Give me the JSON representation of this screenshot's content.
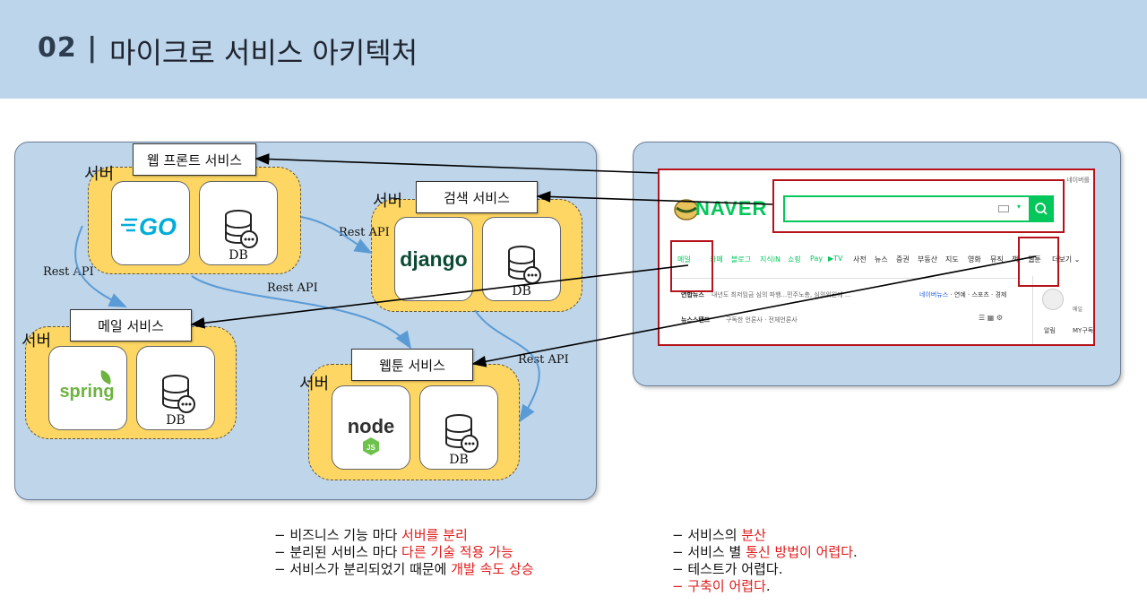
{
  "header": {
    "section_number": "02 |",
    "title": "마이크로 서비스 아키텍처"
  },
  "services": {
    "front": {
      "label": "웹 프론트 서비스",
      "server": "서버",
      "logo_text": "GO",
      "db": "DB"
    },
    "search": {
      "label": "검색 서비스",
      "server": "서버",
      "logo_text": "django",
      "db": "DB"
    },
    "mail": {
      "label": "메일 서비스",
      "server": "서버",
      "logo_text": "spring",
      "db": "DB"
    },
    "webtoon": {
      "label": "웹툰 서비스",
      "server": "서버",
      "logo_text": "node",
      "logo_sub": "JS",
      "db": "DB"
    }
  },
  "api_labels": [
    "Rest API",
    "Rest API",
    "Rest API",
    "Rest API"
  ],
  "naver": {
    "logo": "NAVER",
    "top_right": "네이버를",
    "nav_items": [
      "메일",
      "카페",
      "블로그",
      "지식iN",
      "쇼핑",
      "Pay",
      "▶TV",
      "사전",
      "뉴스",
      "증권",
      "부동산",
      "지도",
      "영화",
      "뮤직",
      "책",
      "웹툰",
      "더보기 ⌄"
    ],
    "news_source": "연합뉴스",
    "news_headline": "내년도 최저임금 심의 파행...민주노총, 심의위원에 ...",
    "news_tabs": [
      "네이버뉴스",
      "연예",
      "스포츠",
      "경제"
    ],
    "newsstand": "뉴스스탠드",
    "newsstand_sub": "구독한 언론사 · 전체언론사",
    "side_mail": "메일",
    "side_items": [
      "알림",
      "MY구독"
    ]
  },
  "bullets_left": [
    {
      "prefix": "−  비즈니스 기능 마다 ",
      "highlight": "서버를 분리",
      "suffix": ""
    },
    {
      "prefix": "−  분리된 서비스 마다 ",
      "highlight": "다른 기술 적용 가능",
      "suffix": ""
    },
    {
      "prefix": "−  서비스가 분리되었기 때문에 ",
      "highlight": "개발 속도 상승",
      "suffix": ""
    }
  ],
  "bullets_right": [
    {
      "prefix": "−  서비스의 ",
      "highlight": "분산",
      "suffix": ""
    },
    {
      "prefix": "−  서비스 별 ",
      "highlight": "통신 방법이 어렵다",
      "suffix": "."
    },
    {
      "prefix": "−  테스트가 어렵다.",
      "highlight": "",
      "suffix": ""
    },
    {
      "prefix": "",
      "highlight": "−  구축이 어렵다",
      "suffix": "."
    }
  ],
  "colors": {
    "header_bg": "#bcd5ea",
    "panel_bg": "#bed5ea",
    "cluster": "#fdd663",
    "accent_red": "#e01b1b",
    "naver_green": "#03c75a",
    "go_blue": "#00add8",
    "django_green": "#0c4b33",
    "spring_green": "#6db33f"
  }
}
